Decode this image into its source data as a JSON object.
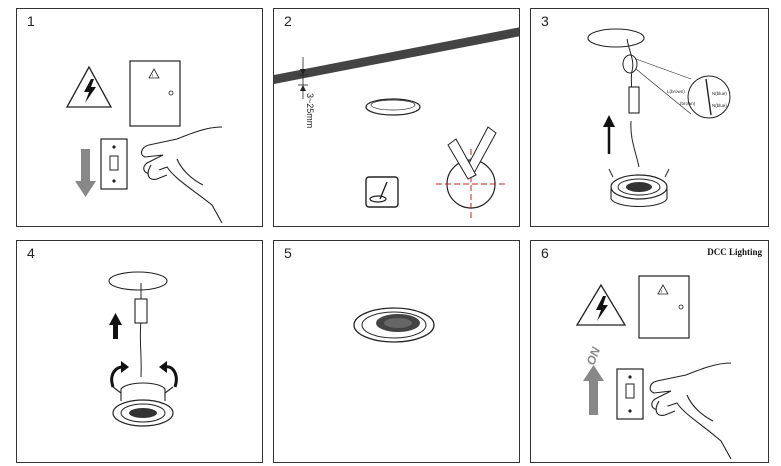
{
  "steps": [
    {
      "number": "1"
    },
    {
      "number": "2",
      "cutout_gap_label": "3~25mm"
    },
    {
      "number": "3",
      "wire_labels": [
        "L(brown)",
        "N(blue)",
        "(brown)",
        "N(blue)"
      ]
    },
    {
      "number": "4"
    },
    {
      "number": "5"
    },
    {
      "number": "6",
      "power_label": "ON"
    }
  ],
  "brand": "DCC Lighting",
  "colors": {
    "line": "#333333",
    "arrow_gray": "#888888",
    "crosshair_red": "#cc2222",
    "panel_border": "#333333"
  },
  "icons": [
    "lightning-warning-icon",
    "fuse-box-icon",
    "down-arrow-icon",
    "up-arrow-icon",
    "hand-icon",
    "wall-switch-icon",
    "hole-saw-icon",
    "rotate-arrow-icon",
    "downlight-icon",
    "crosshair-icon"
  ]
}
